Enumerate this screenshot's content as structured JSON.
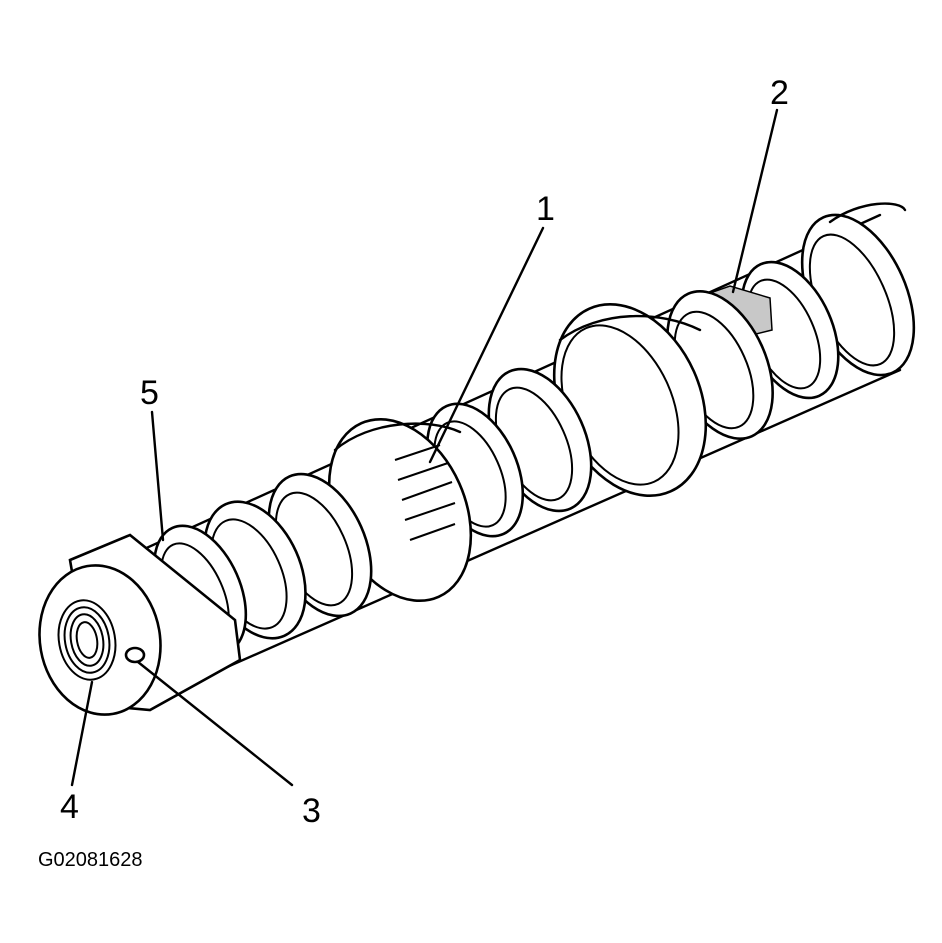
{
  "callouts": [
    {
      "id": "1",
      "label": "1"
    },
    {
      "id": "2",
      "label": "2"
    },
    {
      "id": "3",
      "label": "3"
    },
    {
      "id": "4",
      "label": "4"
    },
    {
      "id": "5",
      "label": "5"
    }
  ],
  "figure_id": "G02081628",
  "colors": {
    "line": "#000000",
    "background": "#ffffff",
    "shading": "#c8c8c8"
  }
}
